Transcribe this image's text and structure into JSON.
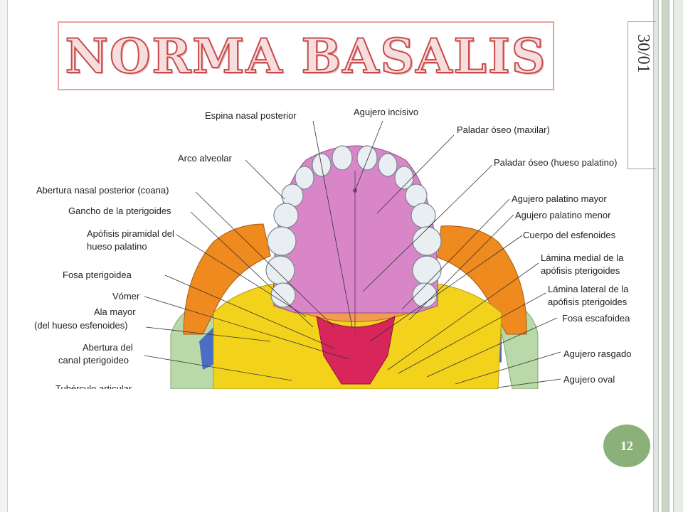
{
  "slide": {
    "title": "NORMA BASALIS",
    "date": "30/01",
    "page_number": "12"
  },
  "diagram": {
    "labels": {
      "espina_nasal_posterior": "Espina nasal posterior",
      "agujero_incisivo": "Agujero incisivo",
      "paladar_oseo_maxilar": "Paladar óseo (maxilar)",
      "arco_alveolar": "Arco alveolar",
      "paladar_oseo_palatino": "Paladar óseo (hueso palatino)",
      "abertura_nasal_posterior": "Abertura nasal posterior (coana)",
      "agujero_palatino_mayor": "Agujero palatino mayor",
      "gancho_pterigoides": "Gancho de la pterigoides",
      "agujero_palatino_menor": "Agujero palatino menor",
      "apofisis_piramidal_1": "Apófisis piramidal del",
      "apofisis_piramidal_2": "hueso palatino",
      "cuerpo_esfenoides": "Cuerpo del esfenoides",
      "lamina_medial_1": "Lámina medial de la",
      "lamina_medial_2": "apófisis pterigoides",
      "fosa_pterigoidea": "Fosa pterigoidea",
      "lamina_lateral_1": "Lámina lateral de la",
      "lamina_lateral_2": "apófisis pterigoides",
      "vomer": "Vómer",
      "ala_mayor_1": "Ala mayor",
      "ala_mayor_2": "(del hueso esfenoides)",
      "fosa_escafoidea": "Fosa escafoidea",
      "abertura_canal_1": "Abertura del",
      "abertura_canal_2": "canal pterigoideo",
      "agujero_rasgado": "Agujero rasgado",
      "tuberculo_articular": "Tubérculo articular",
      "agujero_oval": "Agujero oval"
    },
    "colors": {
      "maxilla_palate": "#d986c9",
      "palatine_bone": "#f59a4f",
      "sphenoid": "#f3d21c",
      "zygomatic": "#ef8a1f",
      "temporal": "#b9d9a8",
      "vomer": "#d8265a",
      "tooth": "#e9eef2"
    }
  }
}
